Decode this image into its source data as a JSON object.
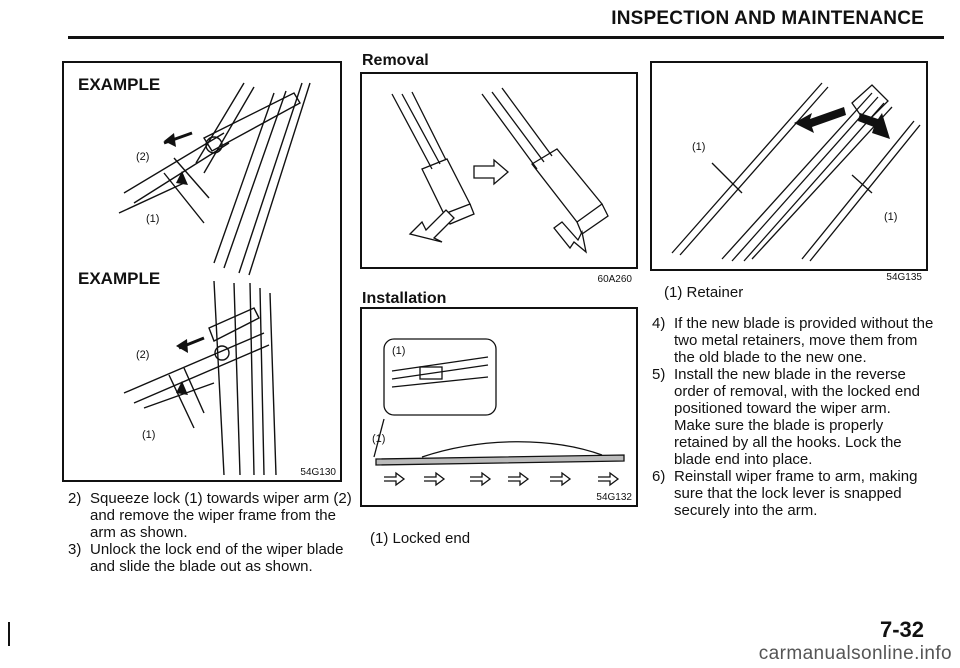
{
  "header": {
    "title": "INSPECTION AND MAINTENANCE"
  },
  "left_figure": {
    "example_top": "EXAMPLE",
    "example_bottom": "EXAMPLE",
    "callout_2": "(2)",
    "callout_1": "(1)",
    "callout_2b": "(2)",
    "callout_1b": "(1)",
    "code": "54G130"
  },
  "left_steps": [
    {
      "num": "2)",
      "lines": [
        "Squeeze lock (1) towards wiper arm (2)",
        "and remove the wiper frame from the",
        "arm as shown."
      ]
    },
    {
      "num": "3)",
      "lines": [
        "Unlock the lock end of the wiper blade",
        "and slide the blade out as shown."
      ]
    }
  ],
  "middle": {
    "removal_heading": "Removal",
    "removal_code": "60A260",
    "installation_heading": "Installation",
    "installation_callout_1": "(1)",
    "installation_callout_1b": "(1)",
    "installation_code": "54G132",
    "caption": "(1) Locked end"
  },
  "right": {
    "callout_left": "(1)",
    "callout_right": "(1)",
    "code": "54G135",
    "caption": "(1) Retainer",
    "steps": [
      {
        "num": "4)",
        "lines": [
          "If the new blade is provided without the",
          "two metal retainers, move them from",
          "the old blade to the new one."
        ]
      },
      {
        "num": "5)",
        "lines": [
          "Install the new blade in the reverse",
          "order of removal, with the locked end",
          "positioned toward the wiper arm.",
          "Make sure the blade is properly",
          "retained by all the hooks. Lock the",
          "blade end into place."
        ]
      },
      {
        "num": "6)",
        "lines": [
          "Reinstall wiper frame to arm, making",
          "sure that the lock lever is snapped",
          "securely into the arm."
        ]
      }
    ]
  },
  "page_number": "7-32",
  "footer_watermark": "carmanualsonline.info"
}
